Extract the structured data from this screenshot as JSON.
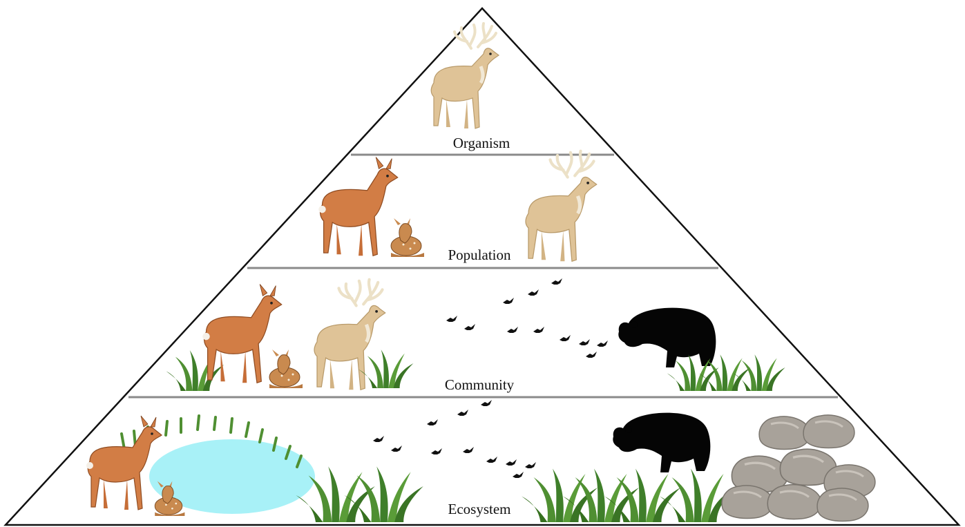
{
  "diagram": {
    "levels": [
      {
        "id": "organism",
        "label": "Organism"
      },
      {
        "id": "population",
        "label": "Population"
      },
      {
        "id": "community",
        "label": "Community"
      },
      {
        "id": "ecosystem",
        "label": "Ecosystem"
      }
    ]
  },
  "colors": {
    "outline": "#111111",
    "divider": "#8a8a8a",
    "buck": "#dfc397",
    "doe": "#d27d45",
    "fawn": "#c98a4f",
    "bear": "#050505",
    "grass": "#3f7f2a",
    "pond": "#a8f1f7",
    "rock": "#a8a29a"
  },
  "icons": [
    "buck-icon",
    "doe-icon",
    "fawn-icon",
    "bear-icon",
    "bird-flock-icon",
    "grass-icon",
    "pond-icon",
    "rock-pile-icon"
  ]
}
